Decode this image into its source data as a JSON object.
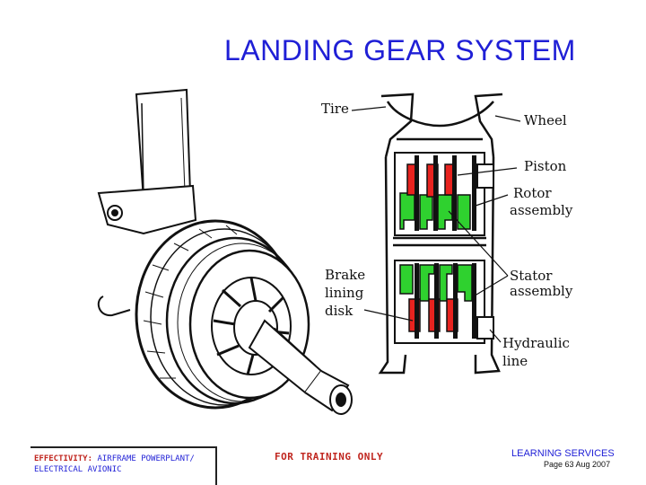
{
  "slide": {
    "title": "LANDING GEAR SYSTEM"
  },
  "figure": {
    "labels": {
      "tire": "Tire",
      "wheel": "Wheel",
      "piston": "Piston",
      "rotor_1": "Rotor",
      "rotor_2": "assembly",
      "brake_1": "Brake",
      "brake_2": "lining",
      "brake_3": "disk",
      "stator_1": "Stator",
      "stator_2": "assembly",
      "hydraulic_1": "Hydraulic",
      "hydraulic_2": "line"
    },
    "colors": {
      "piston": "#e8231f",
      "rotor": "#2fd12f",
      "line": "#111111"
    }
  },
  "footer": {
    "effectivity_label": "EFFECTIVITY:",
    "effectivity_value_1": "AIRFRAME POWERPLANT/",
    "effectivity_value_2": "ELECTRICAL AVIONIC",
    "training": "FOR TRAINING ONLY",
    "learning": "LEARNING SERVICES",
    "page": "Page 63 Aug 2007"
  }
}
